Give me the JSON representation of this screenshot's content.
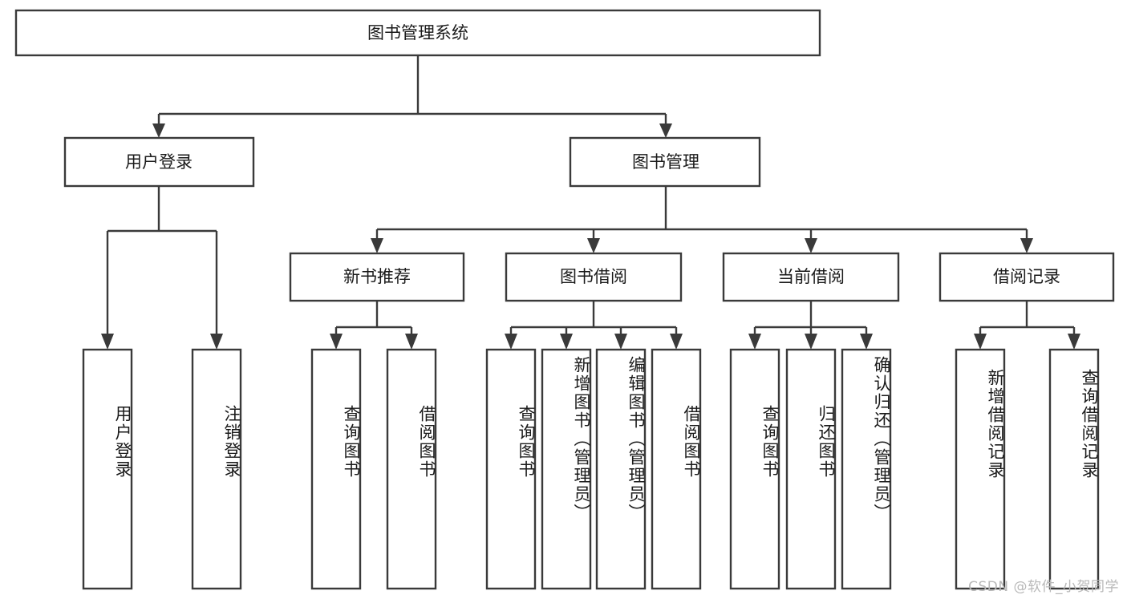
{
  "diagram": {
    "title": "图书管理系统",
    "type": "tree-hierarchy",
    "orientation": "top-down",
    "root": {
      "label": "图书管理系统"
    },
    "level2": [
      {
        "label": "用户登录"
      },
      {
        "label": "图书管理"
      }
    ],
    "level3": [
      {
        "label": "新书推荐"
      },
      {
        "label": "图书借阅"
      },
      {
        "label": "当前借阅"
      },
      {
        "label": "借阅记录"
      }
    ],
    "leaves": {
      "user_login": [
        {
          "label": "用户登录"
        },
        {
          "label": "注销登录"
        }
      ],
      "new_book_recommend": [
        {
          "label": "查询图书"
        },
        {
          "label": "借阅图书"
        }
      ],
      "book_borrow": [
        {
          "label": "查询图书"
        },
        {
          "label": "新增图书（管理员）"
        },
        {
          "label": "编辑图书（管理员）"
        },
        {
          "label": "借阅图书"
        }
      ],
      "current_borrow": [
        {
          "label": "查询图书"
        },
        {
          "label": "归还图书"
        },
        {
          "label": "确认归还（管理员）"
        }
      ],
      "borrow_record": [
        {
          "label": "新增借阅记录"
        },
        {
          "label": "查询借阅记录"
        }
      ]
    }
  },
  "watermark": {
    "text": "CSDN @软件_小贺同学"
  },
  "colors": {
    "stroke": "#3a3a3a",
    "fill": "#ffffff",
    "text": "#1a1a1a",
    "watermark": "#b8b8b8",
    "background": "#ffffff"
  }
}
